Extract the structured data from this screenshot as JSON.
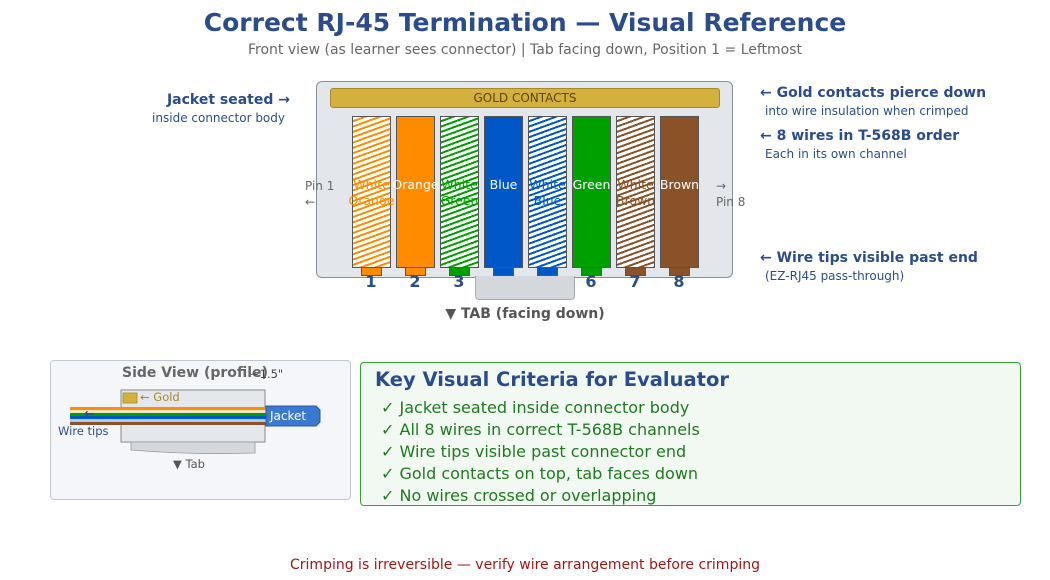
{
  "header": {
    "title": "Correct RJ-45 Termination — Visual Reference",
    "subtitle": "Front view (as learner sees connector) | Tab facing down, Position 1 = Leftmost"
  },
  "left_annotation": {
    "title": "Jacket seated →",
    "sub": "inside connector body"
  },
  "right_annotations": [
    {
      "title": "← Gold contacts pierce down",
      "sub": "into wire insulation when crimped"
    },
    {
      "title": "← 8 wires in T-568B order",
      "sub": "Each in its own channel"
    },
    {
      "title": "← Wire tips visible past end",
      "sub": "(EZ-RJ45 pass-through)"
    }
  ],
  "connector": {
    "gold_label": "GOLD CONTACTS",
    "tab_label": "▼ TAB (facing down)",
    "pin_left": [
      "Pin 1",
      "←"
    ],
    "pin_right": [
      "→",
      "Pin 8"
    ]
  },
  "wires": [
    {
      "pin": "1",
      "label": "White Orange",
      "color": "#ff8c00",
      "striped": true
    },
    {
      "pin": "2",
      "label": "Orange",
      "color": "#ff8c00",
      "striped": false
    },
    {
      "pin": "3",
      "label": "White Green",
      "color": "#00a000",
      "striped": true
    },
    {
      "pin": "4",
      "label": "Blue",
      "color": "#0058c8",
      "striped": false
    },
    {
      "pin": "5",
      "label": "White Blue",
      "color": "#0058c8",
      "striped": true
    },
    {
      "pin": "6",
      "label": "Green",
      "color": "#00a000",
      "striped": false
    },
    {
      "pin": "7",
      "label": "White Brown",
      "color": "#8a5228",
      "striped": true
    },
    {
      "pin": "8",
      "label": "Brown",
      "color": "#8a5228",
      "striped": false
    }
  ],
  "side_view": {
    "title": "Side View (profile)",
    "dimension": "~1.5\"",
    "gold_label": "← Gold",
    "jacket_label": "Jacket",
    "wire_tips_arrow": "←",
    "wire_tips_label": "Wire tips",
    "tab_label": "▼ Tab"
  },
  "criteria": {
    "title": "Key Visual Criteria for Evaluator",
    "items": [
      "✓ Jacket seated inside connector body",
      "✓ All 8 wires in correct T-568B channels",
      "✓ Wire tips visible past connector end",
      "✓ Gold contacts on top, tab faces down",
      "✓ No wires crossed or overlapping"
    ]
  },
  "footer": "Crimping is irreversible — verify wire arrangement before crimping",
  "colors": {
    "heading": "#2b4c8c",
    "gold": "#d4b13c",
    "criteria_green": "#1f7a1f",
    "warning_red": "#a31515"
  }
}
